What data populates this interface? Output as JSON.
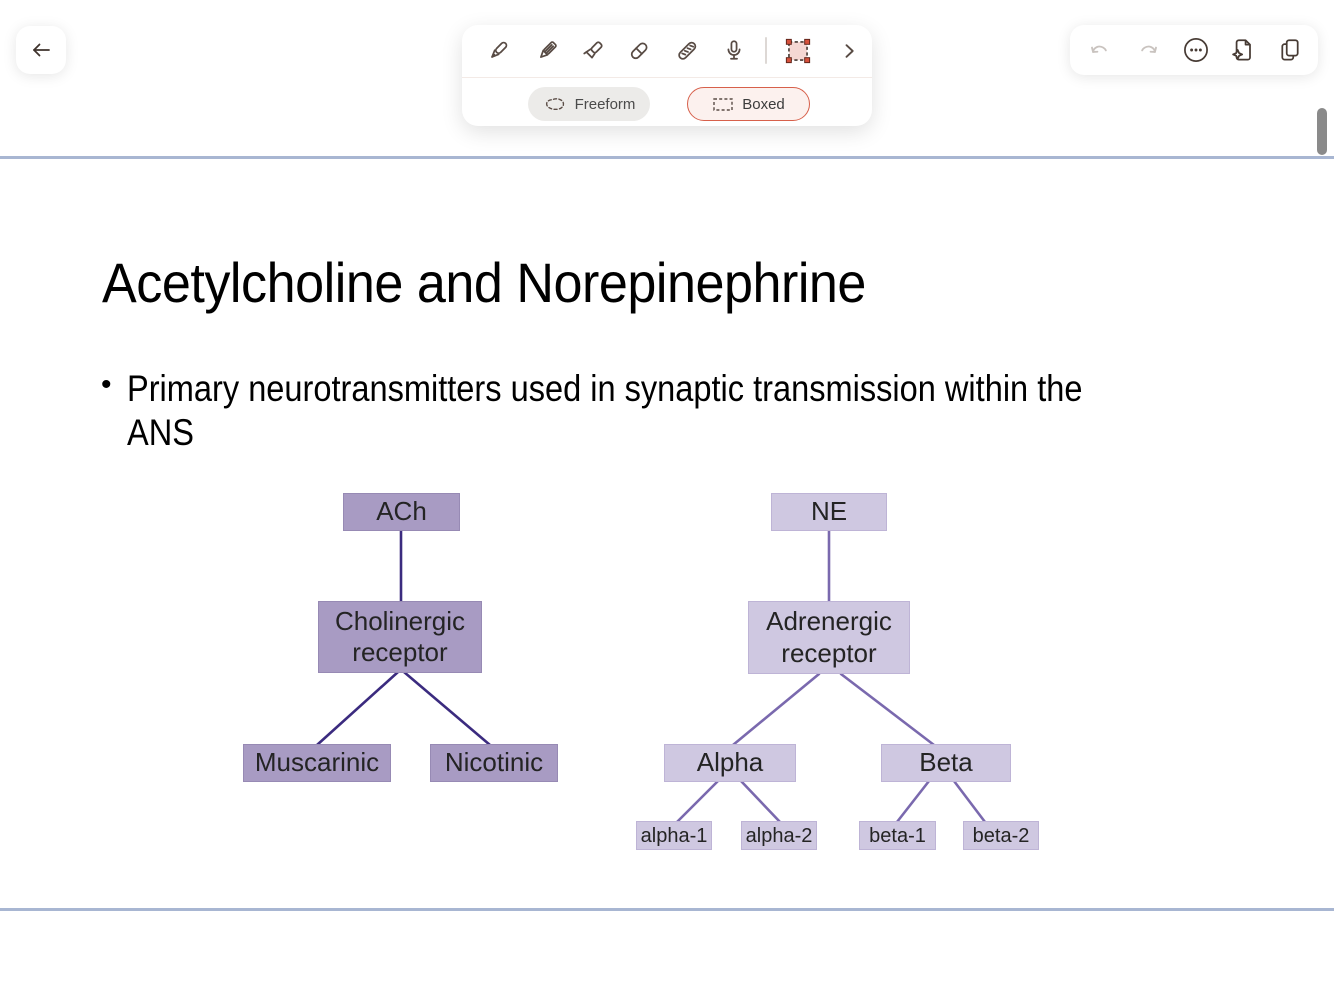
{
  "toolbar": {
    "tools": [
      "pen",
      "pencil",
      "highlighter",
      "eraser",
      "tape",
      "microphone",
      "boxed-selection",
      "more-tools"
    ],
    "active_tool": "boxed-selection",
    "selection_modes": {
      "freeform_label": "Freeform",
      "boxed_label": "Boxed",
      "active": "Boxed"
    }
  },
  "top_right": {
    "icons": [
      "undo",
      "redo",
      "more-options",
      "ai-document",
      "copy-pages"
    ],
    "undo_enabled": false,
    "redo_enabled": false
  },
  "slide": {
    "title": "Acetylcholine and Norepinephrine",
    "bullet_glyph": "•",
    "bullet_lines": {
      "line1": "Primary neurotransmitters used in synaptic transmission within the",
      "line2": "ANS"
    },
    "diagram": {
      "ach": "ACh",
      "cholinergic": "Cholinergic receptor",
      "muscarinic": "Muscarinic",
      "nicotinic": "Nicotinic",
      "ne": "NE",
      "adrenergic": "Adrenergic receptor",
      "alpha": "Alpha",
      "beta": "Beta",
      "alpha1": "alpha-1",
      "alpha2": "alpha-2",
      "beta1": "beta-1",
      "beta2": "beta-2"
    }
  },
  "colors": {
    "accent_red": "#D7604B",
    "selection_fill": "#F5D7D3",
    "selection_handle": "#D7513C",
    "left_tree_box": "#A89BC3",
    "right_tree_box": "#CFC8E1",
    "left_tree_line": "#3B2B7F",
    "right_tree_line": "#7A69AE",
    "page_separator": "#A8B6D2",
    "icon_stroke": "#584B44",
    "disabled_icon": "#C9C3BF"
  }
}
